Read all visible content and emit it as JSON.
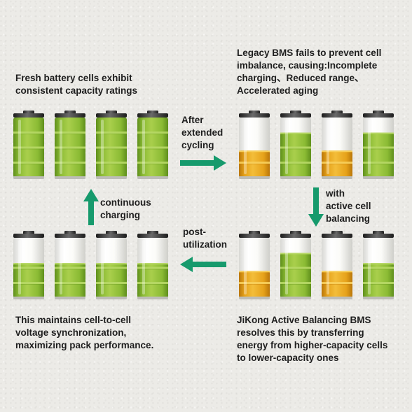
{
  "captions": {
    "top_left": [
      "Fresh battery cells exhibit",
      "consistent capacity ratings"
    ],
    "top_right": [
      "Legacy BMS fails to prevent cell",
      "imbalance, causing:Incomplete",
      "charging、Reduced range、",
      "Accelerated aging"
    ],
    "bottom_left": [
      "This maintains cell-to-cell",
      "voltage synchronization,",
      "maximizing pack performance."
    ],
    "bottom_right": [
      "JiKong Active Balancing BMS",
      "resolves this by transferring",
      "energy from higher-capacity cells",
      "to lower-capacity ones"
    ]
  },
  "arrow_labels": {
    "right": [
      "After",
      "extended",
      "cycling"
    ],
    "down": [
      "with",
      "active cell",
      "balancing"
    ],
    "left": [
      "post-",
      "utilization"
    ],
    "up": [
      "continuous",
      "charging"
    ]
  },
  "battery_groups": {
    "top_left": [
      {
        "level": 1.0,
        "color": "green"
      },
      {
        "level": 1.0,
        "color": "green"
      },
      {
        "level": 1.0,
        "color": "green"
      },
      {
        "level": 1.0,
        "color": "green"
      }
    ],
    "top_right": [
      {
        "level": 0.45,
        "color": "orange"
      },
      {
        "level": 0.75,
        "color": "green"
      },
      {
        "level": 0.45,
        "color": "orange"
      },
      {
        "level": 0.75,
        "color": "green"
      }
    ],
    "bottom_right": [
      {
        "level": 0.45,
        "color": "orange"
      },
      {
        "level": 0.75,
        "color": "green"
      },
      {
        "level": 0.45,
        "color": "orange"
      },
      {
        "level": 0.58,
        "color": "green"
      }
    ],
    "bottom_left": [
      {
        "level": 0.58,
        "color": "green"
      },
      {
        "level": 0.58,
        "color": "green"
      },
      {
        "level": 0.58,
        "color": "green"
      },
      {
        "level": 0.58,
        "color": "green"
      }
    ]
  },
  "colors": {
    "green": "#8bbb34",
    "orange": "#e6a21a",
    "arrow": "#169a6c"
  }
}
